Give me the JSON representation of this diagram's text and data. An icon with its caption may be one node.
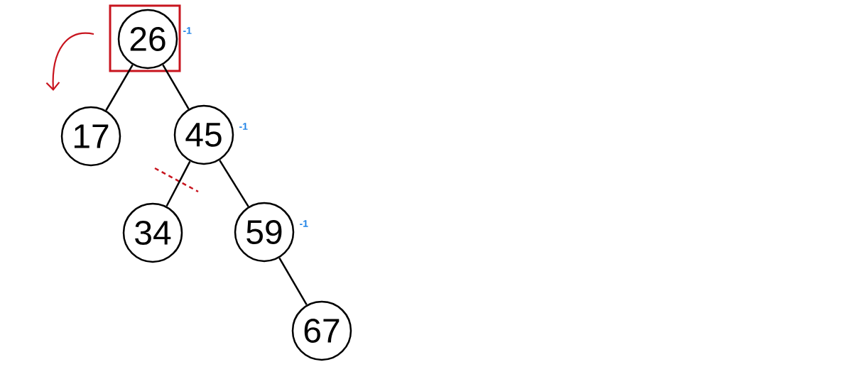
{
  "diagram": {
    "nodes": [
      {
        "text": [
          "26"
        ],
        "beside": [
          "-1"
        ]
      },
      {
        "text": [
          "17"
        ]
      },
      {
        "text": [
          "45"
        ],
        "beside": [
          "-1"
        ]
      },
      {
        "text": [
          "34"
        ]
      },
      {
        "text": [
          "59"
        ],
        "beside": [
          "-1"
        ]
      },
      {
        "text": [
          "67"
        ]
      }
    ],
    "edges": [
      {
        "from": 0,
        "to": 1,
        "arrow": "none"
      },
      {
        "from": 0,
        "to": 2,
        "arrow": "none"
      },
      {
        "from": 2,
        "to": 3,
        "arrow": "none"
      },
      {
        "from": 2,
        "to": 4,
        "arrow": "none"
      },
      {
        "from": 4,
        "to": 5,
        "arrow": "none"
      }
    ]
  }
}
